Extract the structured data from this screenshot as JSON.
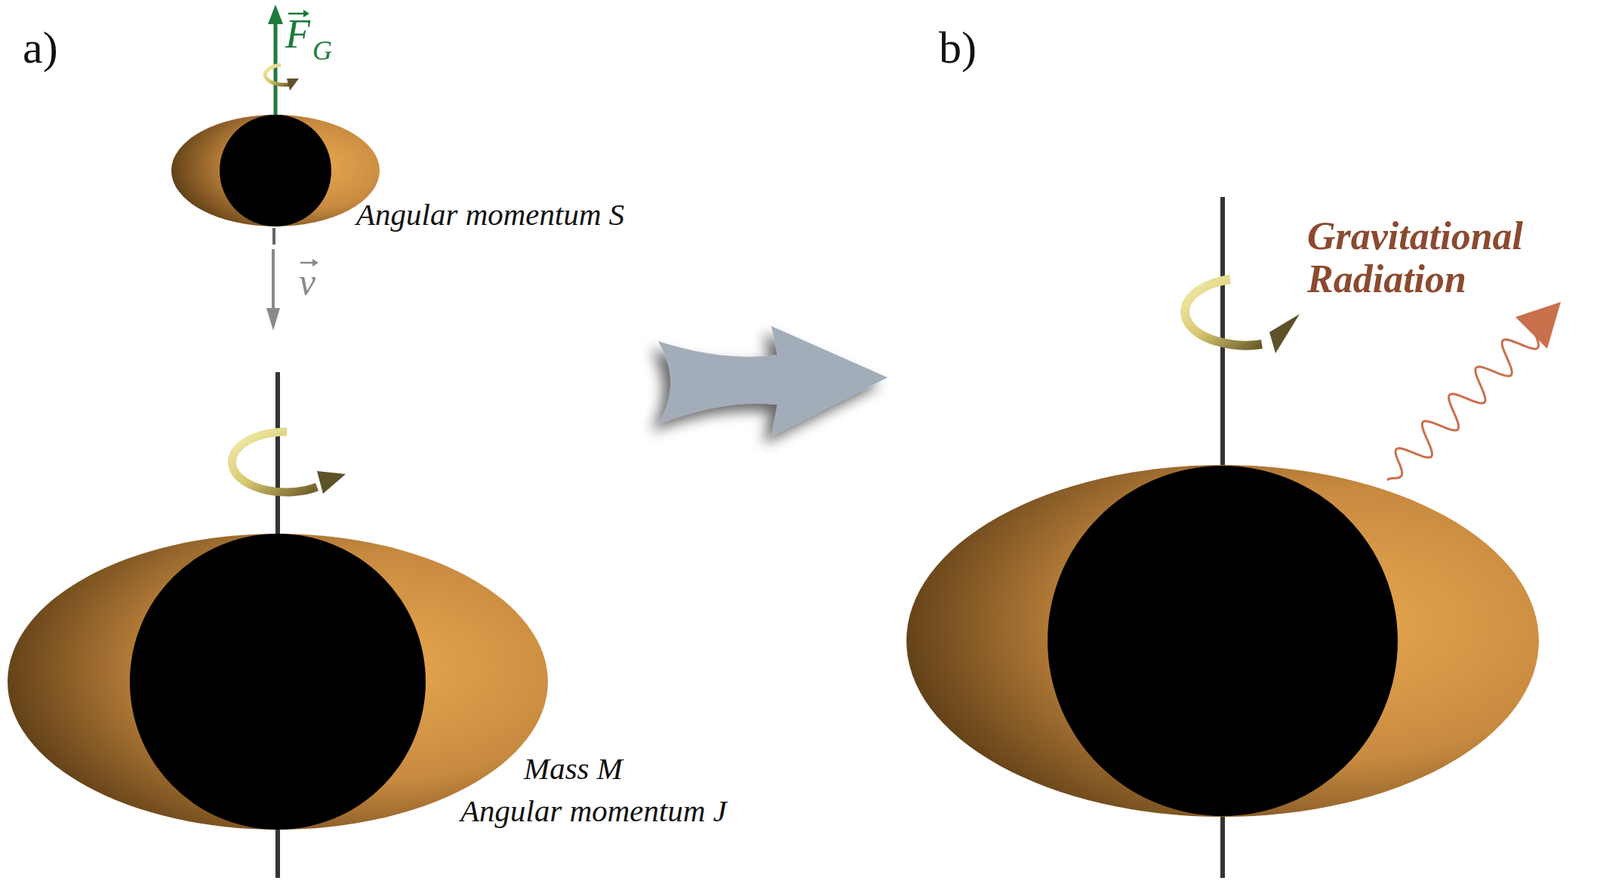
{
  "diagram": {
    "labels": [
      "a)",
      "F",
      "G",
      "Angular momentum S",
      "v",
      "Mass M",
      "Angular momentum J",
      "b)",
      "Gravitational Radiation"
    ]
  }
}
